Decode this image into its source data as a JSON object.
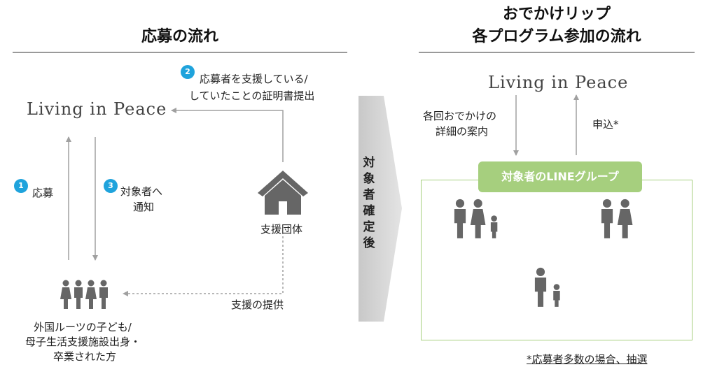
{
  "left": {
    "title": "応募の流れ",
    "logo_text": "Living in Peace",
    "steps": [
      {
        "num": "1",
        "label": "応募"
      },
      {
        "num": "2",
        "label_line1": "応募者を支援している/",
        "label_line2": "していたことの証明書提出"
      },
      {
        "num": "3",
        "label_line1": "対象者へ",
        "label_line2": "通知"
      }
    ],
    "support_org": "支援団体",
    "support_provision": "支援の提供",
    "applicants_line1": "外国ルーツの子ども/",
    "applicants_line2": "母子生活支援施設出身・",
    "applicants_line3": "卒業された方"
  },
  "middle": {
    "chars": [
      "対",
      "象",
      "者",
      "確",
      "定",
      "後"
    ]
  },
  "right": {
    "title_line1": "おでかけリップ",
    "title_line2": "各プログラム参加の流れ",
    "logo_text": "Living in Peace",
    "info_line1": "各回おでかけの",
    "info_line2": "詳細の案内",
    "apply_label": "申込*",
    "line_group": "対象者のLINEグループ",
    "note": "*応募者多数の場合、抽選"
  },
  "colors": {
    "badge": "#1fa3dc",
    "green": "#a6cf7e",
    "arrow_gray": "#a0a0a0",
    "icon_gray": "#666666"
  }
}
